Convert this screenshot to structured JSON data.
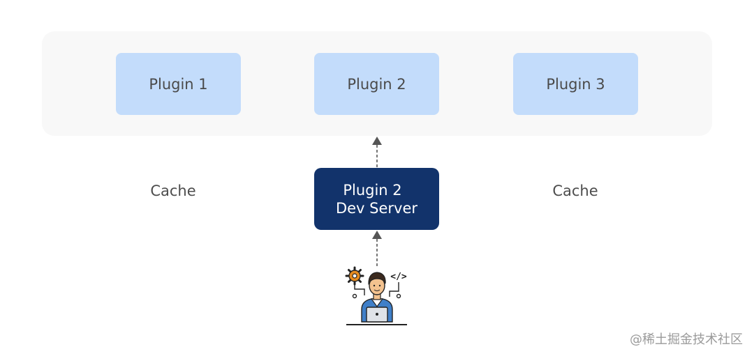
{
  "plugins": [
    {
      "label": "Plugin 1"
    },
    {
      "label": "Plugin 2"
    },
    {
      "label": "Plugin 3"
    }
  ],
  "cache_left": "Cache",
  "cache_right": "Cache",
  "dev_server": {
    "line1": "Plugin 2",
    "line2": "Dev Server"
  },
  "developer": {
    "icon": "developer-laptop-icon",
    "code_glyph": "</>"
  },
  "watermark": "@稀土掘金技术社区",
  "colors": {
    "container_bg": "#f8f8f8",
    "plugin_bg": "#c3dcfb",
    "dev_server_bg": "#12336b",
    "arrow": "#555555"
  }
}
